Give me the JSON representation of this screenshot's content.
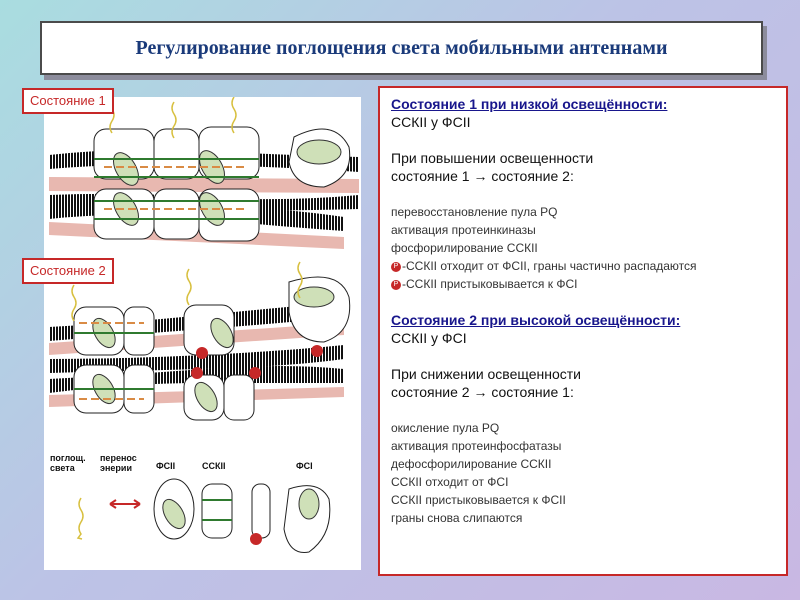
{
  "title": "Регулирование поглощения света мобильными антеннами",
  "labels": {
    "state1": "Состояние 1",
    "state2": "Состояние 2"
  },
  "legend": {
    "absorb": "поглощ. света",
    "transfer": "перенос энерии",
    "ps2": "ФСII",
    "lhc2": "ССКII",
    "ps1": "ФСI"
  },
  "text": {
    "s1_head": "Состояние 1 при низкой освещённости:",
    "s1_sub": "ССКII у ФСII",
    "up_l1": "При повышении освещенности",
    "up_l2": "состояние 1 → состояние 2:",
    "up_items": [
      "перевосстановление пула PQ",
      "активация протеинкиназы",
      "фосфорилирование ССКII",
      "-ССКII отходит от ФСII, граны частично распадаются",
      "-ССКII пристыковывается к ФСI"
    ],
    "s2_head": "Состояние 2 при высокой освещённости:",
    "s2_sub": "ССКII у ФСI",
    "down_l1": "При снижении освещенности",
    "down_l2": "состояние 2 → состояние 1:",
    "down_items": [
      "окисление пула PQ",
      "активация протеинфосфатазы",
      "дефосфорилирование ССКII",
      "ССКII отходит от ФСI",
      "ССКII пристыковывается к ФСII",
      "граны снова слипаются"
    ],
    "p_mark": "P"
  },
  "colors": {
    "title": "#1a3a7a",
    "heading": "#18168c",
    "accent_red": "#c62828",
    "membrane": "#111111",
    "lumen": "#e8b8b0",
    "protein_green": "#cfe0b8",
    "arrow_orange": "#d98b45"
  }
}
